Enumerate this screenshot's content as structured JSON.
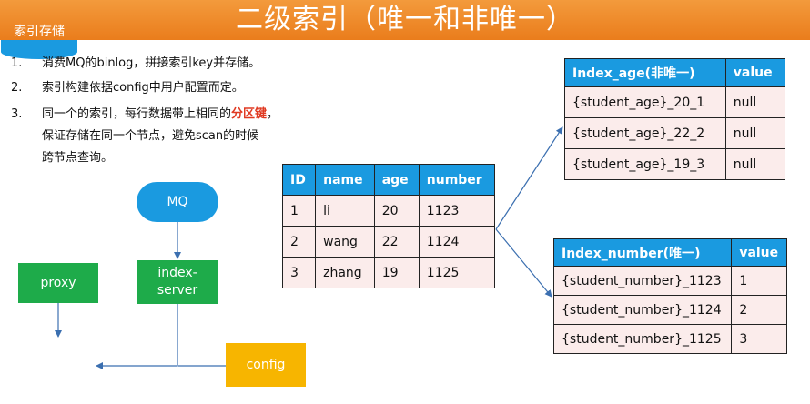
{
  "title": "二级索引（唯一和非唯一）",
  "points": [
    {
      "num": "1.",
      "text": "消费MQ的binlog，拼接索引key并存储。"
    },
    {
      "num": "2.",
      "text": "索引构建依据config中用户配置而定。"
    },
    {
      "num": "3.",
      "text_before": "同一个的索引，每行数据带上相同的",
      "highlight": "分区键",
      "text_after": "，",
      "line2": "保证存储在同一个节点，避免scan的时候",
      "line3": "跨节点查询。"
    }
  ],
  "diagram": {
    "mq": "MQ",
    "proxy": "proxy",
    "index_server_line1": "index-",
    "index_server_line2": "server",
    "config": "config",
    "storage": "索引存储"
  },
  "main_table": {
    "headers": [
      "ID",
      "name",
      "age",
      "number"
    ],
    "rows": [
      [
        "1",
        "li",
        "20",
        "1123"
      ],
      [
        "2",
        "wang",
        "22",
        "1124"
      ],
      [
        "3",
        "zhang",
        "19",
        "1125"
      ]
    ]
  },
  "age_table": {
    "headers": [
      "Index_age(非唯一)",
      "value"
    ],
    "rows": [
      [
        "{student_age}_20_1",
        "null"
      ],
      [
        "{student_age}_22_2",
        "null"
      ],
      [
        "{student_age}_19_3",
        "null"
      ]
    ]
  },
  "number_table": {
    "headers": [
      "Index_number(唯一)",
      "value"
    ],
    "rows": [
      [
        "{student_number}_1123",
        "1"
      ],
      [
        "{student_number}_1124",
        "2"
      ],
      [
        "{student_number}_1125",
        "3"
      ]
    ]
  },
  "colors": {
    "title_bg": "#ea7d1c",
    "header_blue": "#1a9ae0",
    "cell_pink": "#fbeceb",
    "green": "#1eab4a",
    "config_yellow": "#f7b500",
    "highlight_red": "#e03a22"
  }
}
